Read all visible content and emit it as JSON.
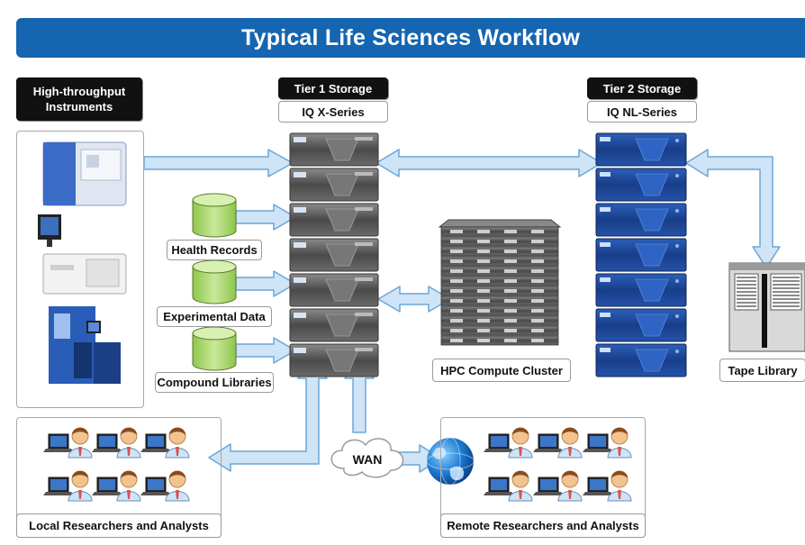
{
  "title": "Typical Life Sciences Workflow",
  "instruments": {
    "label_line1": "High-throughput",
    "label_line2": "Instruments"
  },
  "tier1": {
    "title": "Tier 1 Storage",
    "series": "IQ X-Series"
  },
  "tier2": {
    "title": "Tier 2 Storage",
    "series": "IQ NL-Series"
  },
  "databases": [
    {
      "label": "Health Records"
    },
    {
      "label": "Experimental Data"
    },
    {
      "label": "Compound Libraries"
    }
  ],
  "hpc": {
    "label": "HPC Compute Cluster"
  },
  "tape": {
    "label": "Tape Library"
  },
  "wan": {
    "label": "WAN"
  },
  "local": {
    "label": "Local Researchers and Analysts"
  },
  "remote": {
    "label": "Remote Researchers and Analysts"
  },
  "colors": {
    "banner": "#1565b0",
    "arrow_fill": "#cfe4f6",
    "arrow_stroke": "#6aa6d8",
    "db_green": "#a8d46a",
    "nl_blue": "#1f4a9c",
    "server_gray": "#5a5a5a"
  }
}
